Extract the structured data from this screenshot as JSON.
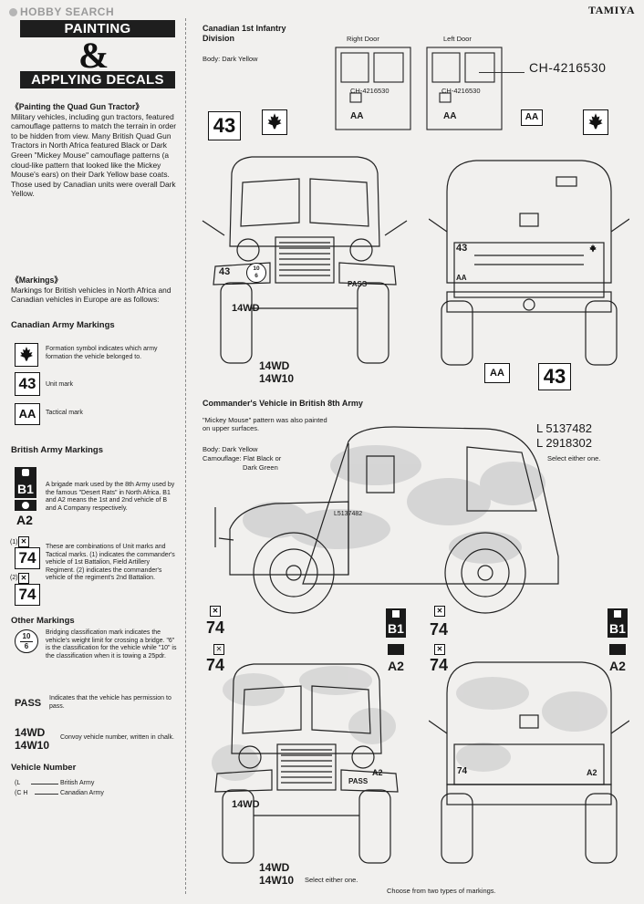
{
  "header": {
    "watermark": "HOBBY SEARCH",
    "brand": "TAMIYA"
  },
  "title": {
    "line1": "PAINTING",
    "amp": "&",
    "line2": "APPLYING DECALS"
  },
  "painting": {
    "heading": "《Painting the Quad Gun Tractor》",
    "body": "Military vehicles, including gun tractors, featured camouflage patterns to match the terrain in order to be hidden from view. Many British Quad Gun Tractors in North Africa featured Black or Dark Green \"Mickey Mouse\" camouflage patterns (a cloud-like pattern that looked like the Mickey Mouse's ears) on their Dark Yellow base coats. Those used by Canadian units were overall Dark Yellow."
  },
  "markings": {
    "heading": "《Markings》",
    "body": "Markings for British vehicles in North Africa and Canadian vehicles in Europe are as follows:"
  },
  "canadian_markings": {
    "heading": "Canadian Army Markings",
    "formation": "Formation symbol indicates which army formation the vehicle belonged to.",
    "unit_symbol": "43",
    "unit": "Unit mark",
    "tactical_symbol": "AA",
    "tactical": "Tactical mark"
  },
  "british_markings": {
    "heading": "British Army Markings",
    "brigade_b1": "B1",
    "brigade_a2": "A2",
    "brigade": "A brigade mark used by the 8th Army used by the famous \"Desert Rats\" in North Africa. B1 and A2 means the 1st and 2nd vehicle of B and A Company respectively.",
    "unit_74": "74",
    "ref1": "(1)",
    "ref2": "(2)",
    "combination": "These are combinations of Unit marks and Tactical marks. (1) indicates the commander's vehicle of 1st Battalion, Field Artillery Regiment. (2) indicates the commander's vehicle of the regiment's 2nd Battalion."
  },
  "other_markings": {
    "heading": "Other Markings",
    "bridge_top": "10",
    "bridge_bottom": "6",
    "bridging": "Bridging classification mark indicates the vehicle's weight limit for crossing a bridge. \"6\" is the classification for the vehicle while \"10\" is the classification when it is towing a 25pdr.",
    "pass_symbol": "PASS",
    "pass": "Indicates that the vehicle has permission to pass.",
    "convoy_line1": "14WD",
    "convoy_line2": "14W10",
    "convoy": "Convoy vehicle number, written in chalk."
  },
  "vehicle_number": {
    "heading": "Vehicle Number",
    "l_code": "(L",
    "l_label": "British Army",
    "ch_code": "(C H",
    "ch_label": "Canadian Army"
  },
  "canadian_vehicle": {
    "title_line1": "Canadian 1st Infantry",
    "title_line2": "Division",
    "body": "Body: Dark Yellow",
    "right_door": "Right Door",
    "left_door": "Left Door",
    "door_number": "CH-4216530",
    "door_number_small": "CH-4216530",
    "unit": "43",
    "tactical": "AA",
    "bridge_top": "10",
    "bridge_bottom": "6",
    "pass": "PASS",
    "convoy1": "14WD",
    "convoy2": "14W10"
  },
  "commander_vehicle": {
    "title": "Commander's Vehicle in British 8th Army",
    "mickey": "\"Mickey Mouse\" pattern was also painted on upper surfaces.",
    "body": "Body: Dark Yellow",
    "camo1": "Camouflage: Flat Black or",
    "camo2": "Dark Green",
    "num1": "L 5137482",
    "num2": "L 2918302",
    "select": "Select either one.",
    "side_number": "L5137482",
    "unit": "74",
    "b1": "B1",
    "a2": "A2",
    "convoy1": "14WD",
    "convoy2": "14W10",
    "pass": "PASS",
    "select2": "Select either one.",
    "choose": "Choose from two types of markings."
  }
}
